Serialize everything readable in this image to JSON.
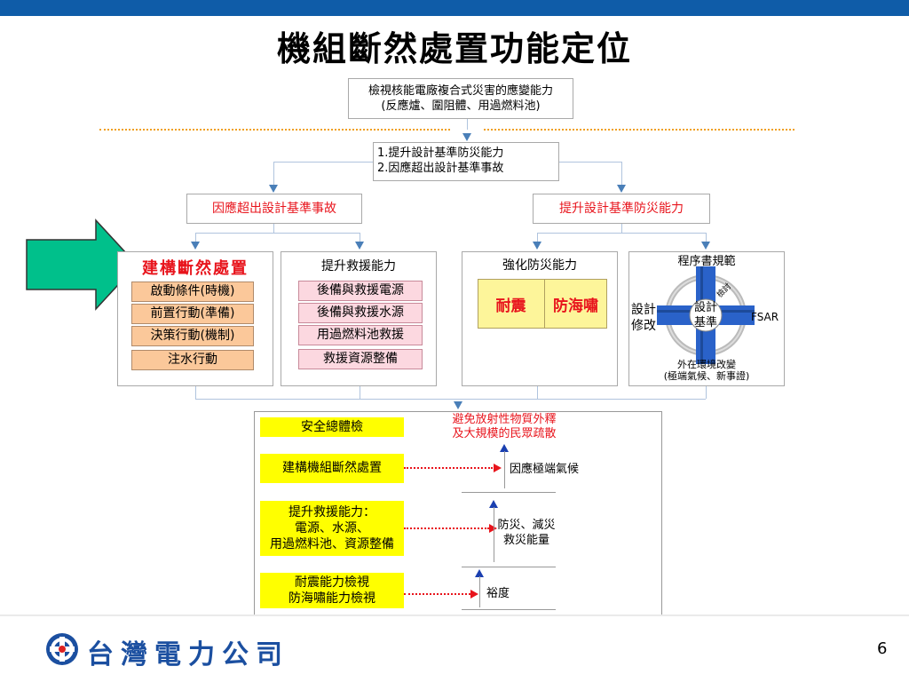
{
  "title": "機組斷然處置功能定位",
  "review_box": {
    "line1": "檢視核能電廠複合式災害的應變能力",
    "line2": "(反應爐、圍阻體、用過燃料池)"
  },
  "goals_box": {
    "line1": "1.提升設計基準防災能力",
    "line2": "2.因應超出設計基準事故"
  },
  "branch_left": "因應超出設計基準事故",
  "branch_right": "提升設計基準防災能力",
  "col1": {
    "title": "建構斷然處置",
    "items": [
      "啟動條件(時機)",
      "前置行動(準備)",
      "決策行動(機制)",
      "注水行動"
    ]
  },
  "col2": {
    "title": "提升救援能力",
    "items": [
      "後備與救援電源",
      "後備與救援水源",
      "用過燃料池救援",
      "救援資源整備"
    ]
  },
  "col3": {
    "title": "強化防災能力",
    "items": [
      "耐震",
      "防海嘯"
    ]
  },
  "col4": {
    "title": "程序書規範",
    "left_label_1": "設計",
    "left_label_2": "修改",
    "center_1": "設計",
    "center_2": "基準",
    "right_label": "FSAR",
    "diag_label": "檢討",
    "bottom_1": "外在環境改變",
    "bottom_2": "(極端氣候、新事證)"
  },
  "lower": {
    "left_boxes": [
      {
        "lines": [
          "安全總體檢"
        ]
      },
      {
        "lines": [
          "建構機組斷然處置"
        ]
      },
      {
        "lines": [
          "提升救援能力：",
          "電源、水源、",
          "用過燃料池、資源整備"
        ]
      },
      {
        "lines": [
          "耐震能力檢視",
          "防海嘯能力檢視"
        ]
      }
    ],
    "top_goal_1": "避免放射性物質外釋",
    "top_goal_2": "及大規模的民眾疏散",
    "levels": [
      "因應極端氣候",
      "防災、減災",
      "救災能量",
      "裕度"
    ]
  },
  "footer": {
    "company": "台灣電力公司",
    "page": "6"
  },
  "colors": {
    "accent": "#0f5ca8",
    "red": "#e8141c",
    "peach": "#fbc89a",
    "pink": "#fcd8e0",
    "yellow": "#ffff00",
    "green": "#00c08b"
  }
}
